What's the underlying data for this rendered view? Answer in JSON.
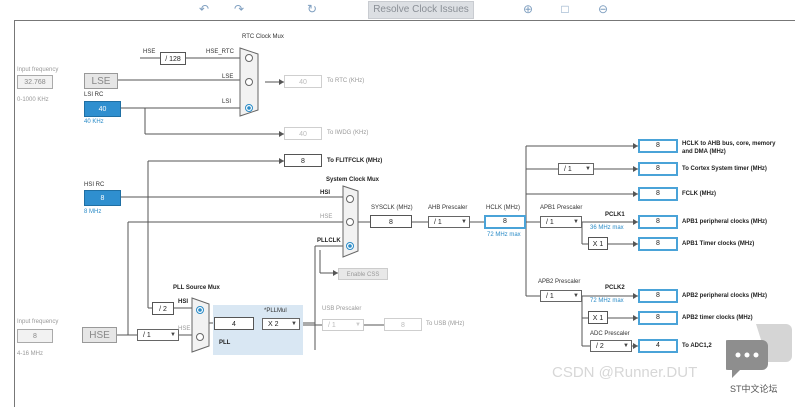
{
  "toolbar": {
    "undo": "undo-icon",
    "redo": "redo-icon",
    "refresh": "refresh-icon",
    "resolve_label": "Resolve Clock Issues",
    "zoom_in": "zoom-in-icon",
    "fit": "fit-icon",
    "zoom_out": "zoom-out-icon"
  },
  "rtc": {
    "mux_title": "RTC Clock Mux",
    "hse_label": "HSE",
    "div128": "/ 128",
    "hse_rtc": "HSE_RTC",
    "lse": "LSE",
    "lsi": "LSI",
    "to_rtc_value": "40",
    "to_rtc_label": "To RTC (KHz)"
  },
  "lse": {
    "input_freq_label": "Input frequency",
    "input_freq_value": "32.768",
    "range": "0-1000 KHz",
    "label": "LSE"
  },
  "lsi": {
    "title": "LSI RC",
    "value": "40",
    "unit": "40 KHz"
  },
  "iwdg": {
    "value": "40",
    "label": "To IWDG (KHz)"
  },
  "flitf": {
    "value": "8",
    "label": "To FLITFCLK (MHz)"
  },
  "hsi": {
    "title": "HSI RC",
    "value": "8",
    "unit": "8 MHz"
  },
  "sysmux": {
    "title": "System Clock Mux",
    "hsi": "HSI",
    "hse": "HSE",
    "pllclk": "PLLCLK",
    "enable_css": "Enable CSS"
  },
  "sysclk": {
    "label": "SYSCLK (MHz)",
    "value": "8"
  },
  "ahb": {
    "label": "AHB Prescaler",
    "value": "/ 1"
  },
  "hclk": {
    "label": "HCLK (MHz)",
    "value": "8",
    "max": "72 MHz max"
  },
  "apb1": {
    "label": "APB1 Prescaler",
    "value": "/ 1",
    "pclk": "PCLK1",
    "max": "36 MHz max",
    "timer_mul": "X 1"
  },
  "apb2": {
    "label": "APB2 Prescaler",
    "value": "/ 1",
    "pclk": "PCLK2",
    "max": "72 MHz max",
    "timer_mul": "X 1"
  },
  "adc": {
    "label": "ADC Prescaler",
    "value": "/ 2",
    "out": "4",
    "out_label": "To ADC1,2"
  },
  "outputs": [
    {
      "value": "8",
      "label": "HCLK to AHB bus, core, memory and DMA (MHz)"
    },
    {
      "div": "/ 1",
      "value": "8",
      "label": "To Cortex System timer (MHz)"
    },
    {
      "value": "8",
      "label": "FCLK (MHz)"
    },
    {
      "value": "8",
      "label": "APB1 peripheral clocks (MHz)"
    },
    {
      "value": "8",
      "label": "APB1 Timer clocks (MHz)"
    },
    {
      "value": "8",
      "label": "APB2 peripheral clocks (MHz)"
    },
    {
      "value": "8",
      "label": "APB2 timer clocks (MHz)"
    }
  ],
  "hse": {
    "input_freq_label": "Input frequency",
    "input_freq_value": "8",
    "range": "4-16 MHz",
    "label": "HSE",
    "div": "/ 1"
  },
  "pllsrc": {
    "title": "PLL Source Mux",
    "div2": "/ 2",
    "hsi": "HSI",
    "hse": "HSE"
  },
  "pll": {
    "label": "PLL",
    "value": "4",
    "mul_title": "*PLLMul",
    "mul": "X 2"
  },
  "usb": {
    "label": "USB Prescaler",
    "div": "/ 1",
    "value": "8",
    "out": "To USB (MHz)"
  },
  "watermark": "CSDN @Runner.DUT",
  "chat_text": "ST中文论坛"
}
